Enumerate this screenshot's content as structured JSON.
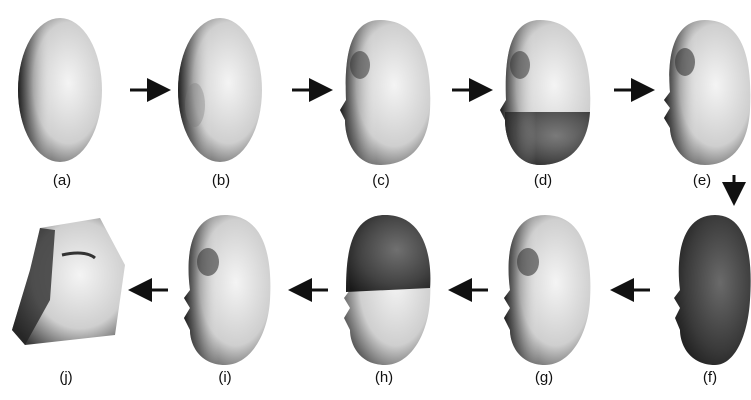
{
  "figure": {
    "panels": [
      {
        "id": "a",
        "label": "(a)"
      },
      {
        "id": "b",
        "label": "(b)"
      },
      {
        "id": "c",
        "label": "(c)"
      },
      {
        "id": "d",
        "label": "(d)"
      },
      {
        "id": "e",
        "label": "(e)"
      },
      {
        "id": "f",
        "label": "(f)"
      },
      {
        "id": "g",
        "label": "(g)"
      },
      {
        "id": "h",
        "label": "(h)"
      },
      {
        "id": "i",
        "label": "(i)"
      },
      {
        "id": "j",
        "label": "(j)"
      }
    ],
    "flow": [
      "a",
      "b",
      "c",
      "d",
      "e",
      "f",
      "g",
      "h",
      "i",
      "j"
    ],
    "colors": {
      "shape_light": "#e8e8e8",
      "shape_dark": "#2a2a2a",
      "arrow": "#111111"
    }
  }
}
